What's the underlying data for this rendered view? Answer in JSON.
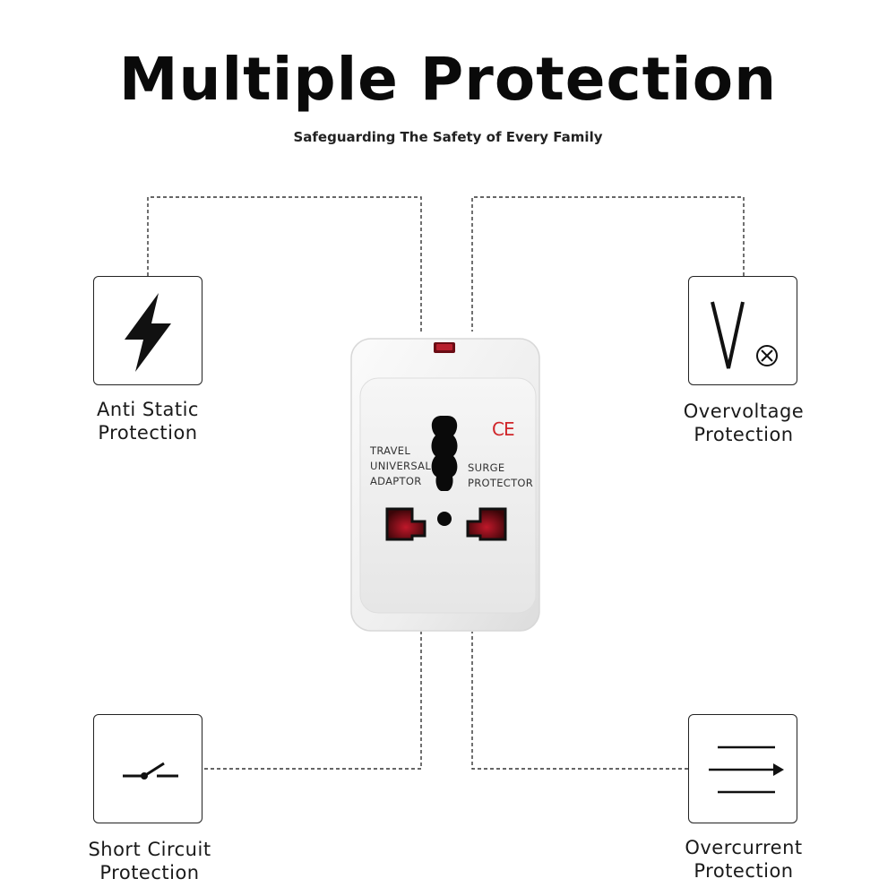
{
  "header": {
    "title": "Multiple Protection",
    "subtitle": "Safeguarding The Safety of Every Family"
  },
  "features": [
    {
      "icon": "lightning-bolt-icon",
      "line1": "Anti Static",
      "line2": "Protection"
    },
    {
      "icon": "overvoltage-v-icon",
      "line1": "Overvoltage",
      "line2": "Protection"
    },
    {
      "icon": "switch-icon",
      "line1": "Short Circuit",
      "line2": "Protection"
    },
    {
      "icon": "current-arrow-icon",
      "line1": "Overcurrent",
      "line2": "Protection"
    }
  ],
  "adapter": {
    "ce_mark": "CE",
    "left_text": [
      "TRAVEL",
      "UNIVERSAL",
      "ADAPTOR"
    ],
    "right_text": [
      "SURGE",
      "PROTECTOR"
    ]
  },
  "colors": {
    "ce_red": "#d0262a",
    "socket_red": "#8a0f1a",
    "line": "#333333"
  }
}
